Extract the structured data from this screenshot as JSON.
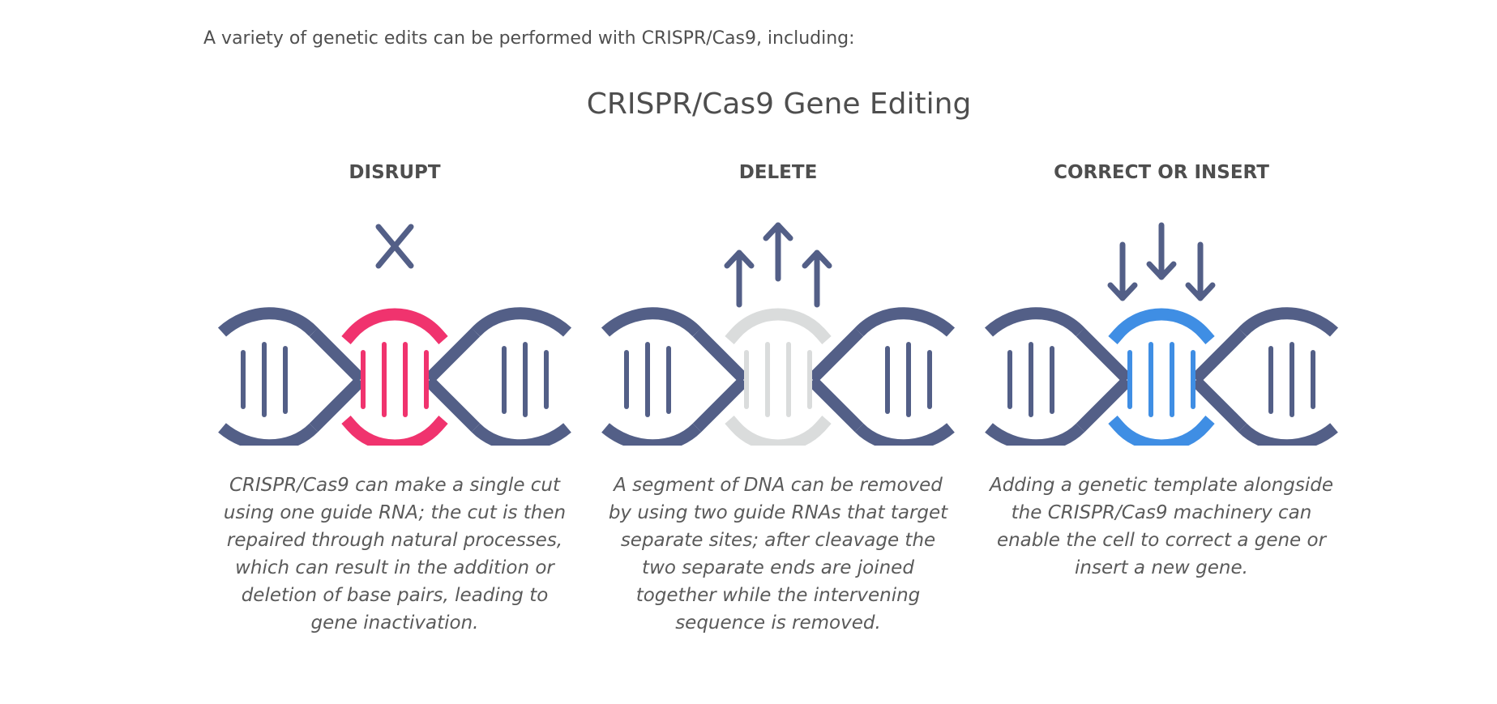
{
  "intro_text": "A variety of genetic edits can be performed with CRISPR/Cas9, including:",
  "title": "CRISPR/Cas9 Gene Editing",
  "colors": {
    "dna_strand": "#535f87",
    "disrupt_accent": "#f0336e",
    "delete_accent": "#dadcdc",
    "insert_accent": "#3f8ee4"
  },
  "panels": [
    {
      "heading": "DISRUPT",
      "icon": "x-cut-icon",
      "description": "CRISPR/Cas9 can make a single cut using one guide RNA; the cut is then repaired through natural processes, which can result in the addition or deletion of base pairs, leading to gene inactivation."
    },
    {
      "heading": "DELETE",
      "icon": "arrows-up-icon",
      "description": "A segment of DNA can be removed by using two guide RNAs that target separate sites; after cleavage the two separate ends are joined together while the intervening sequence is removed."
    },
    {
      "heading": "CORRECT OR INSERT",
      "icon": "arrows-down-icon",
      "description": "Adding a genetic template alongside the CRISPR/Cas9 machinery can enable the cell to correct a gene or insert a new gene."
    }
  ]
}
